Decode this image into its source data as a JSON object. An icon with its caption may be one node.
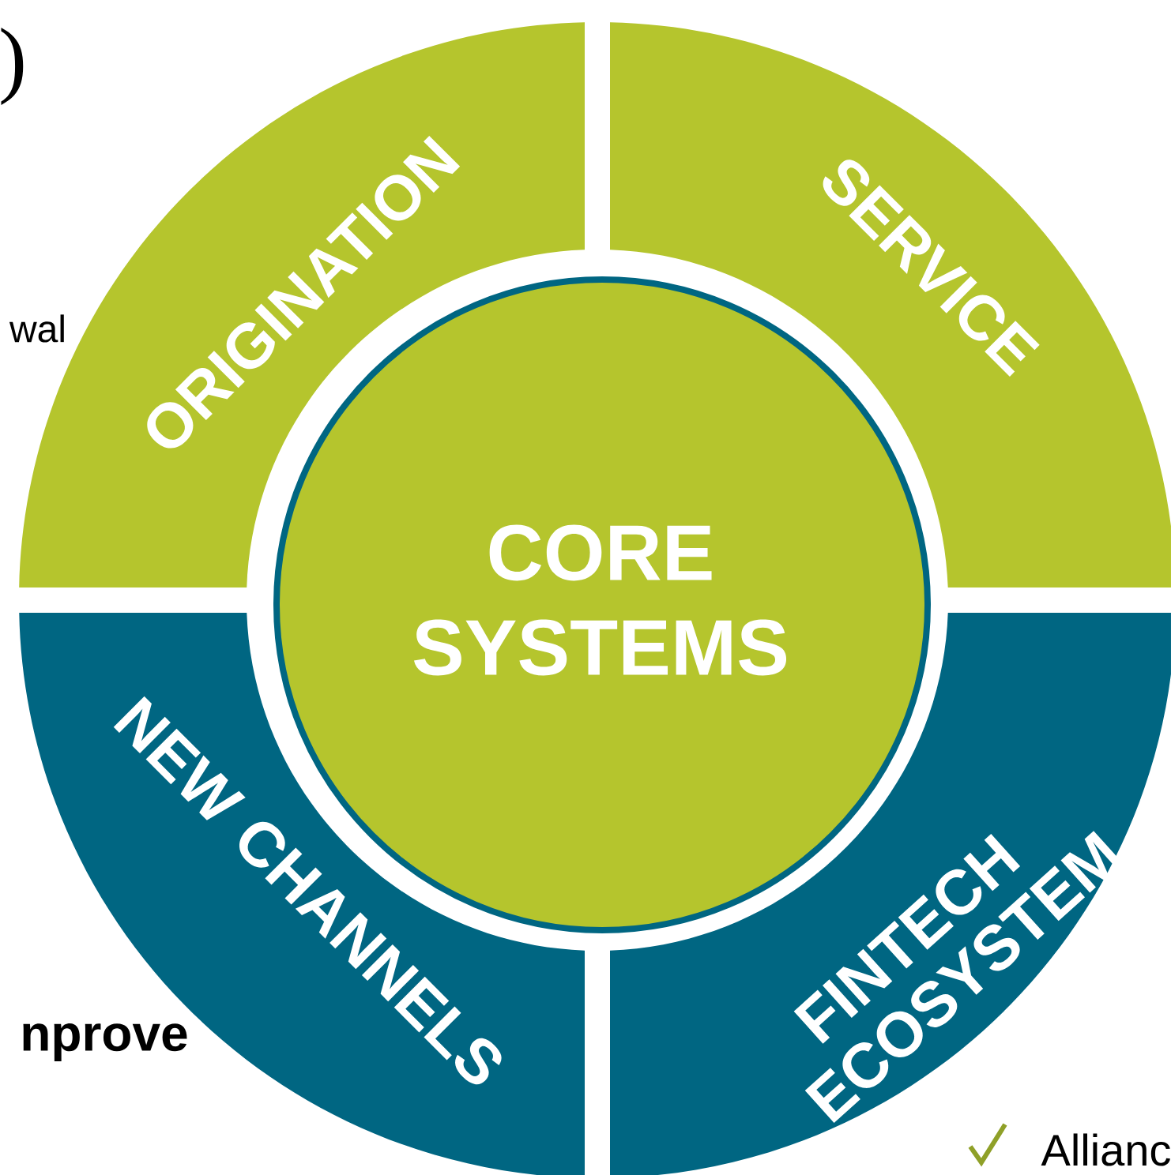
{
  "diagram": {
    "nodes": [
      {
        "text": [
          "ORIGINATION"
        ]
      },
      {
        "text": [
          "SERVICE"
        ]
      },
      {
        "text": [
          "NEW CHANNELS"
        ]
      },
      {
        "text": [
          "FINTECH ECOSYSTEM"
        ]
      },
      {
        "text": [
          "CORE SYSTEMS"
        ]
      }
    ],
    "labels": [
      ")",
      "wal",
      "nprove",
      "Allianc"
    ]
  }
}
